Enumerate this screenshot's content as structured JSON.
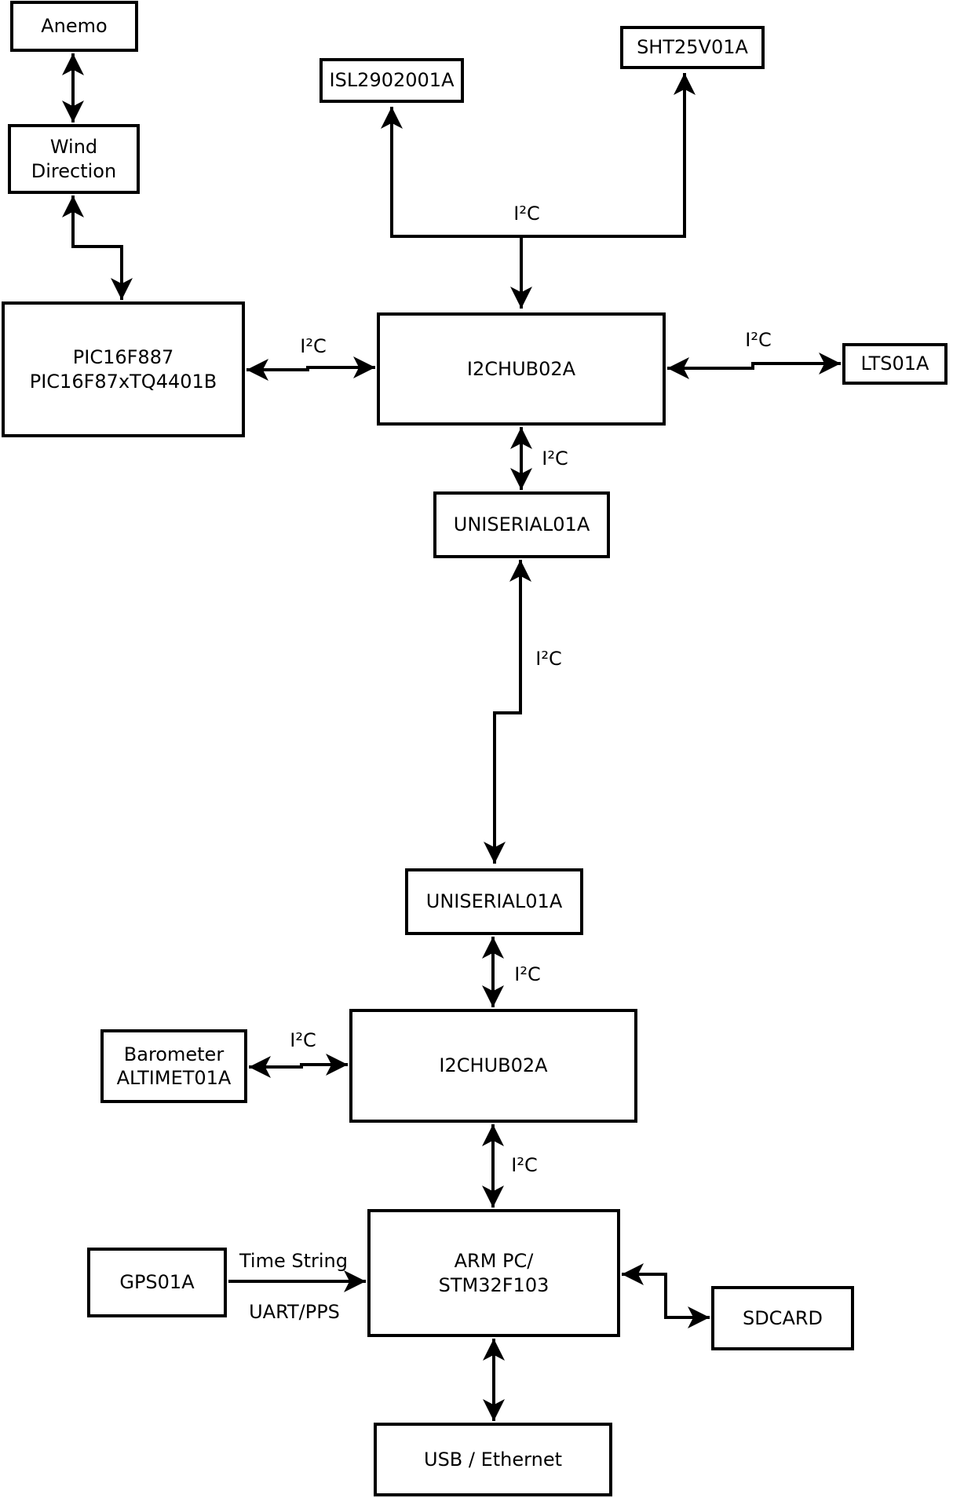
{
  "diagram": {
    "background": "#ffffff",
    "line_color": "#000000",
    "box_fill": "#ffffff",
    "box_border_color": "#000000",
    "text_color": "#000000",
    "nodes": {
      "anemo": {
        "lines": [
          "Anemo"
        ]
      },
      "wind_direction": {
        "lines": [
          "Wind",
          "Direction"
        ]
      },
      "pic": {
        "lines": [
          "PIC16F887",
          "PIC16F87xTQ4401B"
        ]
      },
      "isl": {
        "lines": [
          "ISL2902001A"
        ]
      },
      "sht": {
        "lines": [
          "SHT25V01A"
        ]
      },
      "i2chub_top": {
        "lines": [
          "I2CHUB02A"
        ]
      },
      "lts": {
        "lines": [
          "LTS01A"
        ]
      },
      "uniserial_top": {
        "lines": [
          "UNISERIAL01A"
        ]
      },
      "uniserial_bottom": {
        "lines": [
          "UNISERIAL01A"
        ]
      },
      "barometer": {
        "lines": [
          "Barometer",
          "ALTIMET01A"
        ]
      },
      "i2chub_bottom": {
        "lines": [
          "I2CHUB02A"
        ]
      },
      "gps": {
        "lines": [
          "GPS01A"
        ]
      },
      "arm": {
        "lines": [
          "ARM PC/",
          "STM32F103"
        ]
      },
      "sdcard": {
        "lines": [
          "SDCARD"
        ]
      },
      "usb": {
        "lines": [
          "USB / Ethernet"
        ]
      }
    },
    "edge_labels": {
      "bus_top": {
        "text": "I²C"
      },
      "pic_hub1": {
        "text": "I²C"
      },
      "hub1_lts": {
        "text": "I²C"
      },
      "hub1_uni1": {
        "text": "I²C"
      },
      "uni1_uni2": {
        "text": "I²C"
      },
      "uni2_hub2": {
        "text": "I²C"
      },
      "baro_hub2": {
        "text": "I²C"
      },
      "hub2_arm": {
        "text": "I²C"
      },
      "gps_arm_top": {
        "text": "Time String"
      },
      "gps_arm_bottom": {
        "text": "UART/PPS"
      }
    },
    "connections": [
      {
        "from": "anemo",
        "to": "wind_direction",
        "arrows": "both",
        "labels": []
      },
      {
        "from": "wind_direction",
        "to": "pic",
        "arrows": "both",
        "labels": []
      },
      {
        "from": "i2chub_top",
        "to": "isl",
        "arrows": "to",
        "labels": [
          "I²C"
        ]
      },
      {
        "from": "i2chub_top",
        "to": "sht",
        "arrows": "to",
        "labels": [
          "I²C"
        ]
      },
      {
        "from": "pic",
        "to": "i2chub_top",
        "arrows": "both",
        "labels": [
          "I²C"
        ]
      },
      {
        "from": "i2chub_top",
        "to": "lts",
        "arrows": "both",
        "labels": [
          "I²C"
        ]
      },
      {
        "from": "i2chub_top",
        "to": "uniserial_top",
        "arrows": "both",
        "labels": [
          "I²C"
        ]
      },
      {
        "from": "uniserial_top",
        "to": "uniserial_bottom",
        "arrows": "both",
        "labels": [
          "I²C"
        ]
      },
      {
        "from": "uniserial_bottom",
        "to": "i2chub_bottom",
        "arrows": "both",
        "labels": [
          "I²C"
        ]
      },
      {
        "from": "barometer",
        "to": "i2chub_bottom",
        "arrows": "both",
        "labels": [
          "I²C"
        ]
      },
      {
        "from": "i2chub_bottom",
        "to": "arm",
        "arrows": "both",
        "labels": [
          "I²C"
        ]
      },
      {
        "from": "gps",
        "to": "arm",
        "arrows": "to",
        "labels": [
          "Time String",
          "UART/PPS"
        ]
      },
      {
        "from": "arm",
        "to": "sdcard",
        "arrows": "both",
        "labels": []
      },
      {
        "from": "arm",
        "to": "usb",
        "arrows": "both",
        "labels": []
      }
    ]
  }
}
